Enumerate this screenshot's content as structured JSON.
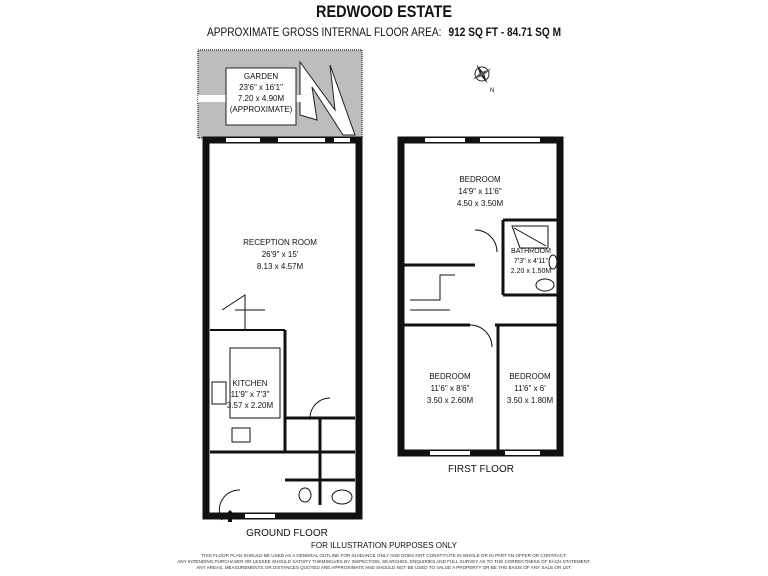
{
  "header": {
    "title": "REDWOOD ESTATE",
    "area_label": "APPROXIMATE GROSS INTERNAL FLOOR AREA:",
    "area_value": "912 SQ FT  -  84.71 SQ M"
  },
  "rooms": {
    "garden": {
      "name": "GARDEN",
      "imperial": "23'6\" x 16'1\"",
      "metric": "7.20 x 4.90M",
      "note": "(APPROXIMATE)"
    },
    "reception": {
      "name": "RECEPTION ROOM",
      "imperial": "26'9\" x 15'",
      "metric": "8.13 x 4.57M"
    },
    "kitchen": {
      "name": "KITCHEN",
      "imperial": "11'9\" x 7'3\"",
      "metric": "3.57 x 2.20M"
    },
    "bedroom1": {
      "name": "BEDROOM",
      "imperial": "14'9\" x 11'6\"",
      "metric": "4.50 x 3.50M"
    },
    "bathroom": {
      "name": "BATHROOM",
      "imperial": "7'3\" x 4'11\"",
      "metric": "2.20 x 1.50M"
    },
    "bedroom2": {
      "name": "BEDROOM",
      "imperial": "11'6\" x 8'6\"",
      "metric": "3.50 x 2.60M"
    },
    "bedroom3": {
      "name": "BEDROOM",
      "imperial": "11'6\" x 6'",
      "metric": "3.50 x 1.80M"
    }
  },
  "floors": {
    "ground": "GROUND FLOOR",
    "first": "FIRST FLOOR"
  },
  "footer": {
    "illustration": "FOR ILLUSTRATION PURPOSES ONLY",
    "disclaimer_1": "THIS FLOOR PLAN SHOULD BE USED AS A GENERAL OUTLINE FOR GUIDANCE ONLY AND DOES NOT CONSTITUTE IN WHOLE OR IN PART AN OFFER OR CONTRACT.",
    "disclaimer_2": "ANY INTENDING PURCHASER OR LESSEE SHOULD SATISFY THEMSELVES BY INSPECTION, SEARCHES, ENQUIRIES AND FULL SURVEY AS TO THE CORRECTNESS OF EACH STATEMENT.",
    "disclaimer_3": "ANY AREAS, MEASUREMENTS OR DISTANCES QUOTED ARE APPROXIMATE AND SHOULD NOT BE USED TO VALUE A PROPERTY OR BE THE BASIS OF ANY SALE OR LET."
  },
  "icons": {
    "compass": "compass-rose-icon",
    "entrance": "entrance-arrow-icon"
  },
  "colors": {
    "wall": "#111111",
    "garden": "#bdbdbd"
  }
}
